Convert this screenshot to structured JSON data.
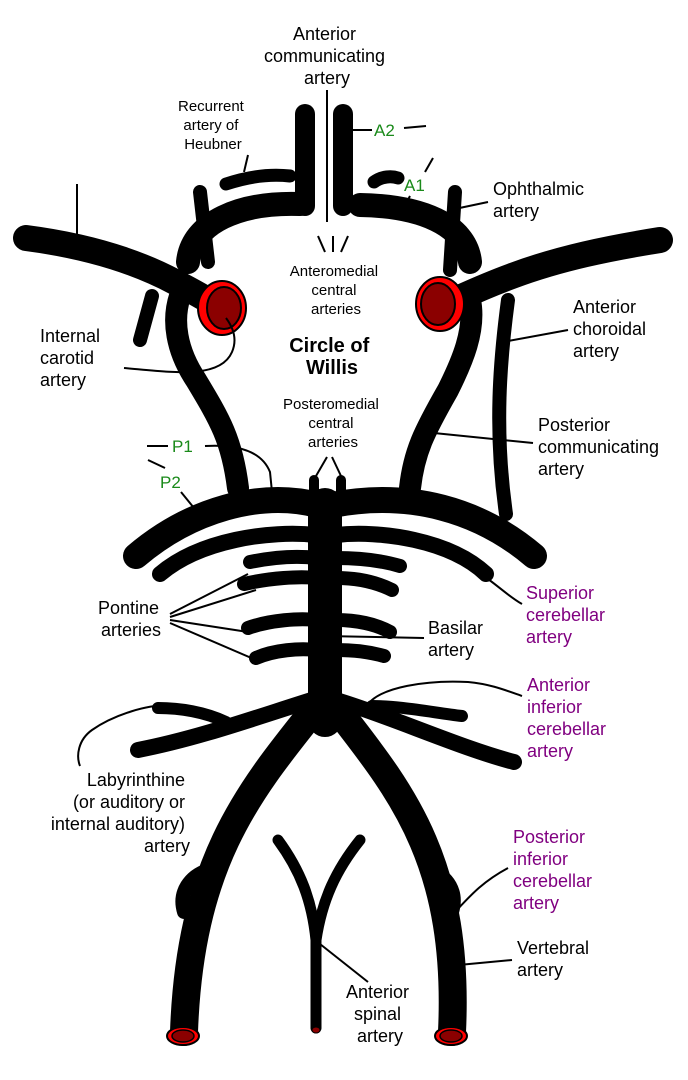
{
  "colors": {
    "artery_fill": "#ff0000",
    "artery_outline": "#000000",
    "lumen_fill": "#8b0000",
    "label_black": "#000000",
    "label_green": "#1a8a1a",
    "label_purple": "#800080"
  },
  "title": [
    "Circle of",
    "Willis"
  ],
  "labels": {
    "anterior_communicating": [
      "Anterior",
      "communicating",
      "artery"
    ],
    "recurrent_heubner": [
      "Recurrent",
      "artery of",
      "Heubner"
    ],
    "a2": "A2",
    "a1": "A1",
    "ophthalmic": [
      "Ophthalmic",
      "artery"
    ],
    "anteromedial_central": [
      "Anteromedial",
      "central",
      "arteries"
    ],
    "internal_carotid": [
      "Internal",
      "carotid",
      "artery"
    ],
    "anterior_choroidal": [
      "Anterior",
      "choroidal",
      "artery"
    ],
    "posteromedial_central": [
      "Posteromedial",
      "central",
      "arteries"
    ],
    "posterior_communicating": [
      "Posterior",
      "communicating",
      "artery"
    ],
    "p1": "P1",
    "p2": "P2",
    "superior_cerebellar": [
      "Superior",
      "cerebellar",
      "artery"
    ],
    "pontine": [
      "Pontine",
      "arteries"
    ],
    "basilar": [
      "Basilar",
      "artery"
    ],
    "anterior_inferior_cerebellar": [
      "Anterior",
      "inferior",
      "cerebellar",
      "artery"
    ],
    "labyrinthine": [
      "Labyrinthine",
      "(or auditory or",
      "internal auditory)",
      "artery"
    ],
    "posterior_inferior_cerebellar": [
      "Posterior",
      "inferior",
      "cerebellar",
      "artery"
    ],
    "vertebral": [
      "Vertebral",
      "artery"
    ],
    "anterior_spinal": [
      "Anterior",
      "spinal",
      "artery"
    ]
  }
}
